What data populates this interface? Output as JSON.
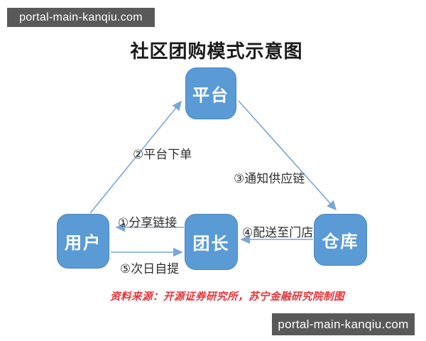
{
  "watermark": {
    "text": "portal-main-kanqiu.com"
  },
  "title": "社区团购模式示意图",
  "diagram": {
    "nodes": [
      {
        "id": "platform",
        "label": "平台"
      },
      {
        "id": "user",
        "label": "用户"
      },
      {
        "id": "leader",
        "label": "团长"
      },
      {
        "id": "warehouse",
        "label": "仓库"
      }
    ],
    "edges": [
      {
        "id": "share-link",
        "label": "①分享链接",
        "from": "团长",
        "to": "用户"
      },
      {
        "id": "platform-order",
        "label": "②平台下单",
        "from": "用户",
        "to": "平台"
      },
      {
        "id": "notify-supply-chain",
        "label": "③通知供应链",
        "from": "平台",
        "to": "仓库"
      },
      {
        "id": "deliver-to-store",
        "label": "④配送至门店",
        "from": "仓库",
        "to": "团长"
      },
      {
        "id": "next-day-pickup",
        "label": "⑤次日自提",
        "from": "用户",
        "to": "团长"
      }
    ]
  },
  "source_note": "资料来源：开源证券研究所，苏宁金融研究院制图",
  "colors": {
    "node_fill": "#5b9bd5",
    "node_border": "#4a84c4",
    "arrow": "#7ca6d8",
    "source_text": "#e8343a",
    "watermark_bg": "#595959",
    "watermark_text": "#ffffff"
  }
}
